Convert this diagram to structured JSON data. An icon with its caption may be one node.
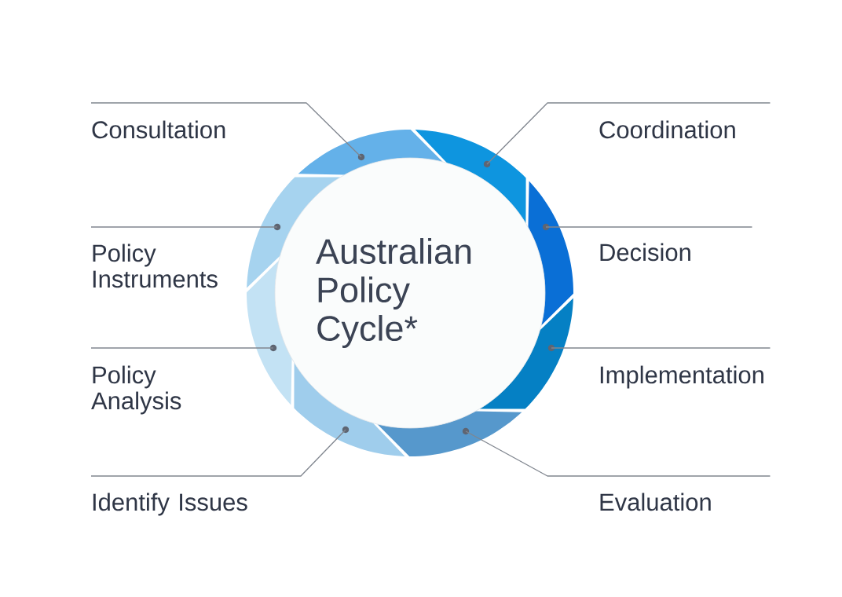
{
  "diagram": {
    "nodes": [
      {
        "text": [
          "Australian Policy Cycle*"
        ]
      },
      {
        "text": [
          "Consultation"
        ]
      },
      {
        "text": [
          "Coordination"
        ]
      },
      {
        "text": [
          "Policy Instruments"
        ]
      },
      {
        "text": [
          "Decision"
        ]
      },
      {
        "text": [
          "Policy Analysis"
        ]
      },
      {
        "text": [
          "Implementation"
        ]
      },
      {
        "text": [
          "Identify Issues"
        ]
      },
      {
        "text": [
          "Evaluation"
        ]
      },
      {
        "text": [],
        "shape": "arc"
      },
      {
        "text": [],
        "shape": "arc"
      },
      {
        "text": [],
        "shape": "arc"
      },
      {
        "text": [],
        "shape": "arc"
      },
      {
        "text": [],
        "shape": "arc"
      },
      {
        "text": [],
        "shape": "arc"
      },
      {
        "text": [],
        "shape": "arc"
      },
      {
        "text": [],
        "shape": "arc"
      }
    ],
    "edges": [
      {
        "from": 1,
        "to": 9,
        "arrow": "none"
      },
      {
        "from": 2,
        "to": 10,
        "arrow": "none"
      },
      {
        "from": 3,
        "to": 11,
        "arrow": "none"
      },
      {
        "from": 4,
        "to": 12,
        "arrow": "none"
      },
      {
        "from": 5,
        "to": 13,
        "arrow": "none"
      },
      {
        "from": 6,
        "to": 14,
        "arrow": "none"
      },
      {
        "from": 7,
        "to": 15,
        "arrow": "none"
      },
      {
        "from": 8,
        "to": 16,
        "arrow": "none"
      }
    ]
  }
}
